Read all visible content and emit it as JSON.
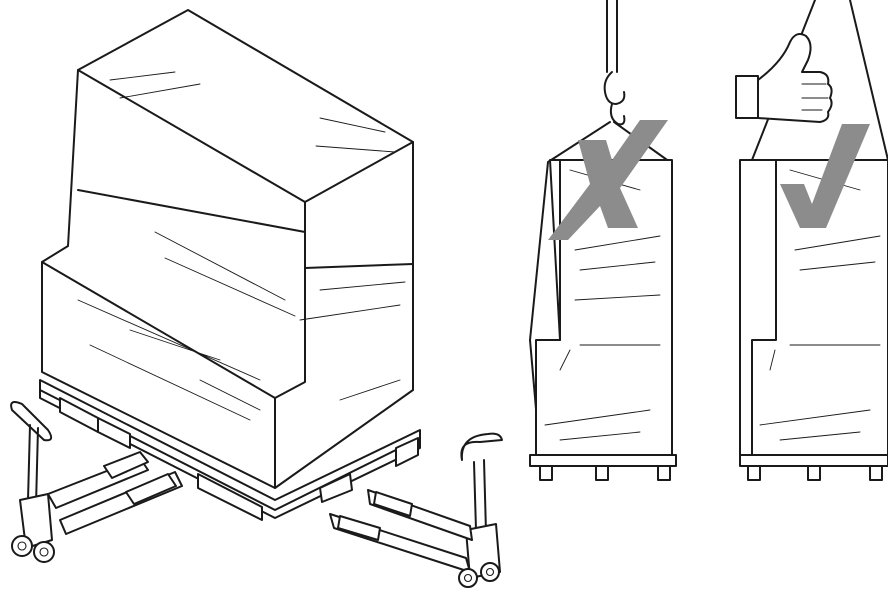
{
  "figure": {
    "panels": [
      {
        "id": "pallet-truck-handling",
        "depicts": "wrapped-pallet-load-with-two-pallet-jacks"
      },
      {
        "id": "lift-incorrect",
        "mark": "cross-mark-icon"
      },
      {
        "id": "lift-correct",
        "mark": "check-mark-icon",
        "extra": "thumbs-up-icon"
      }
    ],
    "colors": {
      "line": "#1a1a1a",
      "mark": "#8c8c8c",
      "background": "#ffffff"
    }
  }
}
